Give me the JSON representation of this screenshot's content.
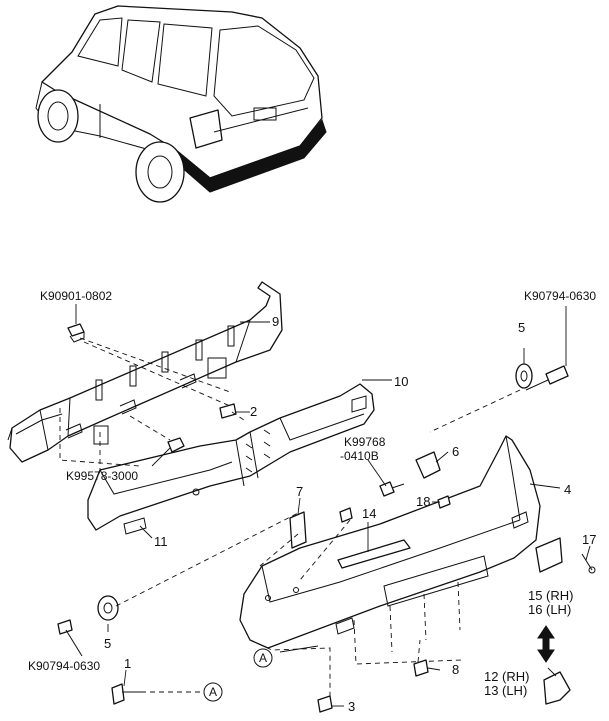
{
  "parts": {
    "p1": "1",
    "p2": "2",
    "p3": "3",
    "p4": "4",
    "p5a": "5",
    "p5b": "5",
    "p6": "6",
    "p7": "7",
    "p8": "8",
    "p9": "9",
    "p10": "10",
    "p11": "11",
    "p12": "12",
    "p13": "13",
    "p14": "14",
    "p15": "15",
    "p16": "16",
    "p17": "17",
    "p18": "18",
    "rh12": "(RH)",
    "lh13": "(LH)",
    "rh15": "(RH)",
    "lh16": "(LH)"
  },
  "codes": {
    "k1": "K90901-0802",
    "k2": "K90794-0630",
    "k3": "K99578-3000",
    "k4a": "K99768",
    "k4b": "-0410B",
    "k5": "K90794-0630"
  },
  "refs": {
    "a1": "A",
    "a2": "A"
  },
  "icons": {
    "vehicle": "suv-rear-view-icon",
    "arrow": "double-arrow-icon"
  }
}
